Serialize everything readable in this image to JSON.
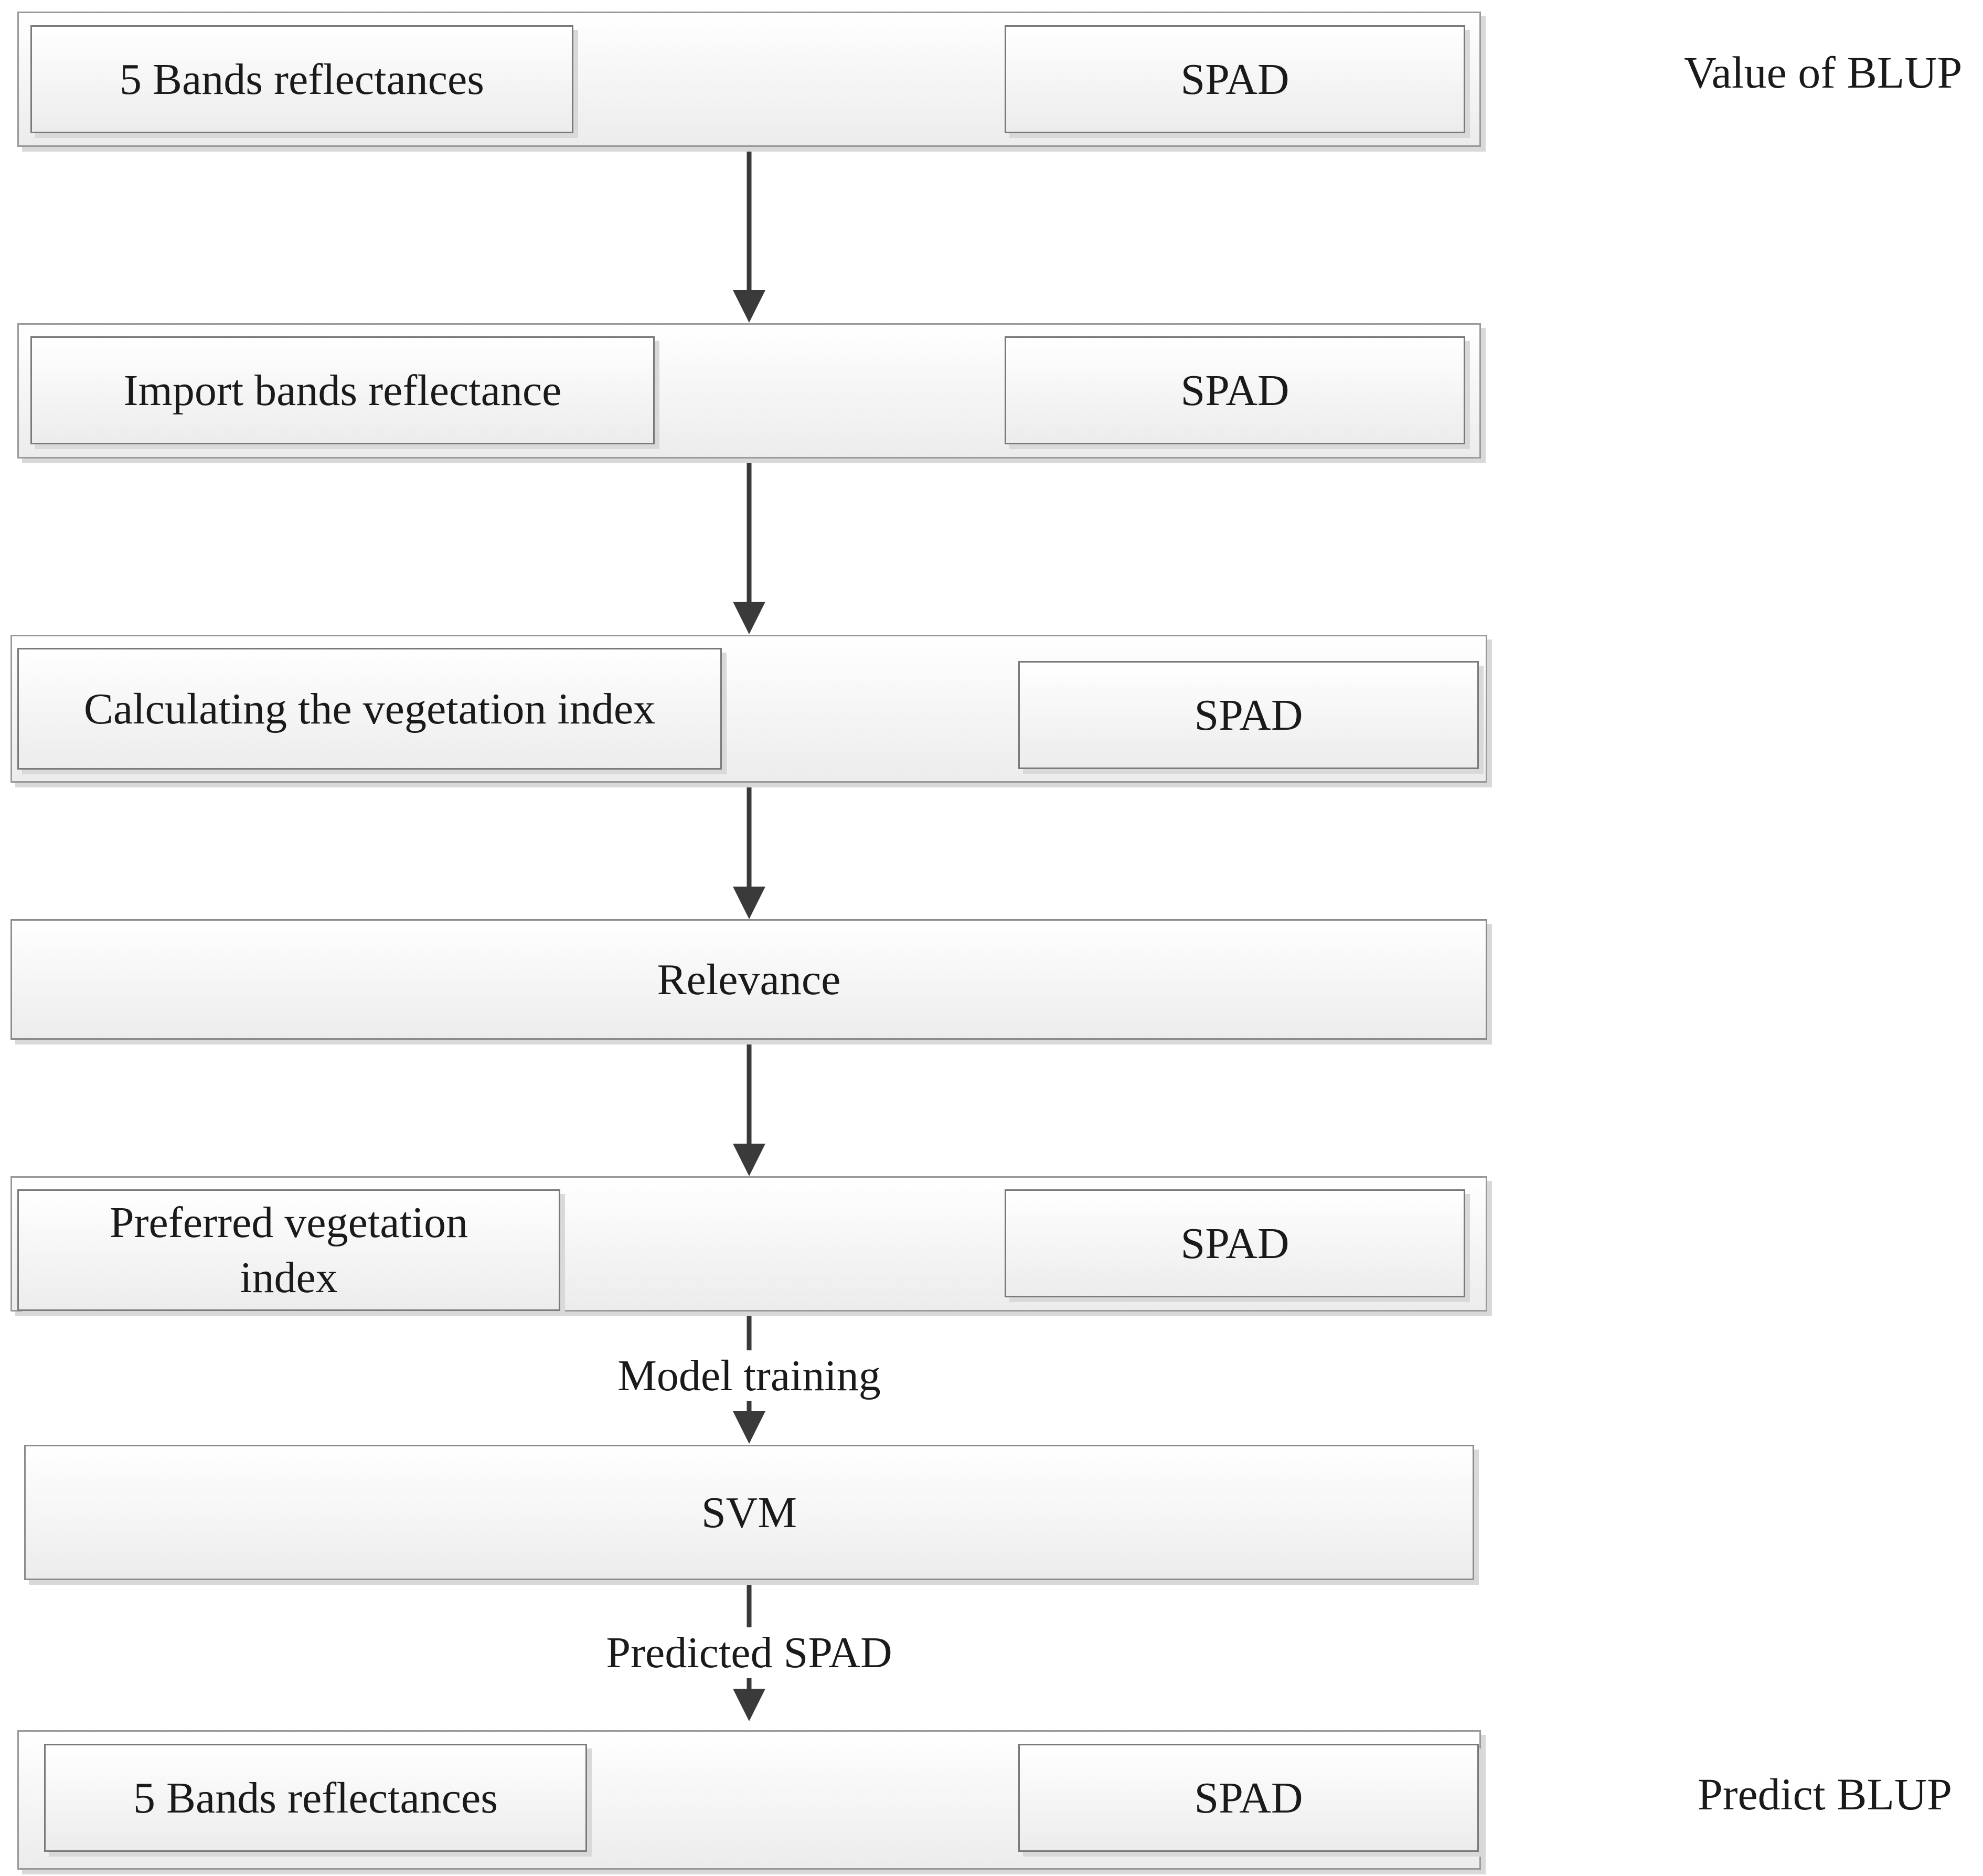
{
  "diagram": {
    "row1": {
      "left": "5 Bands reflectances",
      "right": "SPAD"
    },
    "row2": {
      "left": "Import bands reflectance",
      "right": "SPAD"
    },
    "row3": {
      "left": "Calculating the vegetation index",
      "right": "SPAD"
    },
    "row4": {
      "center": "Relevance"
    },
    "row5": {
      "left": "Preferred vegetation index",
      "right": "SPAD"
    },
    "row6": {
      "center": "SVM"
    },
    "row7": {
      "left": "5 Bands reflectances",
      "right": "SPAD"
    },
    "side_labels": {
      "top": "Value of BLUP",
      "bottom": "Predict BLUP"
    },
    "edge_labels": {
      "training": "Model training",
      "prediction": "Predicted SPAD"
    }
  }
}
